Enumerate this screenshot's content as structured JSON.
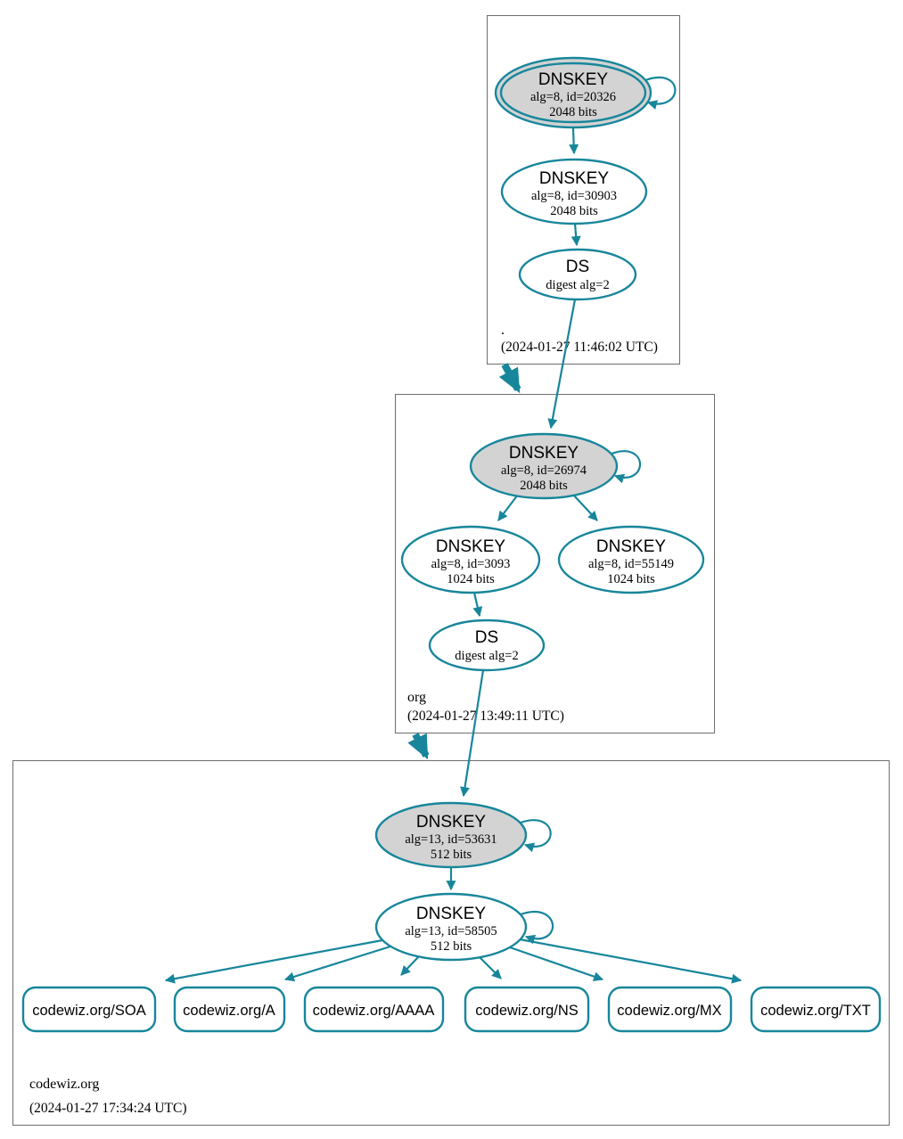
{
  "colors": {
    "edge": "#17869b",
    "node_fill": "#d3d3d3",
    "node_stroke": "#17869b",
    "box_border": "#6e6e6e",
    "background": "#ffffff",
    "text": "#000000"
  },
  "zones": {
    "root": {
      "label": ".",
      "timestamp": "(2024-01-27 11:46:02 UTC)",
      "ksk": {
        "title": "DNSKEY",
        "detail1": "alg=8, id=20326",
        "detail2": "2048 bits"
      },
      "zsk": {
        "title": "DNSKEY",
        "detail1": "alg=8, id=30903",
        "detail2": "2048 bits"
      },
      "ds": {
        "title": "DS",
        "detail1": "digest alg=2"
      }
    },
    "org": {
      "label": "org",
      "timestamp": "(2024-01-27 13:49:11 UTC)",
      "ksk": {
        "title": "DNSKEY",
        "detail1": "alg=8, id=26974",
        "detail2": "2048 bits"
      },
      "zsk1": {
        "title": "DNSKEY",
        "detail1": "alg=8, id=3093",
        "detail2": "1024 bits"
      },
      "zsk2": {
        "title": "DNSKEY",
        "detail1": "alg=8, id=55149",
        "detail2": "1024 bits"
      },
      "ds": {
        "title": "DS",
        "detail1": "digest alg=2"
      }
    },
    "codewiz": {
      "label": "codewiz.org",
      "timestamp": "(2024-01-27 17:34:24 UTC)",
      "ksk": {
        "title": "DNSKEY",
        "detail1": "alg=13, id=53631",
        "detail2": "512 bits"
      },
      "zsk": {
        "title": "DNSKEY",
        "detail1": "alg=13, id=58505",
        "detail2": "512 bits"
      },
      "rrsets": [
        {
          "label": "codewiz.org/SOA"
        },
        {
          "label": "codewiz.org/A"
        },
        {
          "label": "codewiz.org/AAAA"
        },
        {
          "label": "codewiz.org/NS"
        },
        {
          "label": "codewiz.org/MX"
        },
        {
          "label": "codewiz.org/TXT"
        }
      ]
    }
  }
}
